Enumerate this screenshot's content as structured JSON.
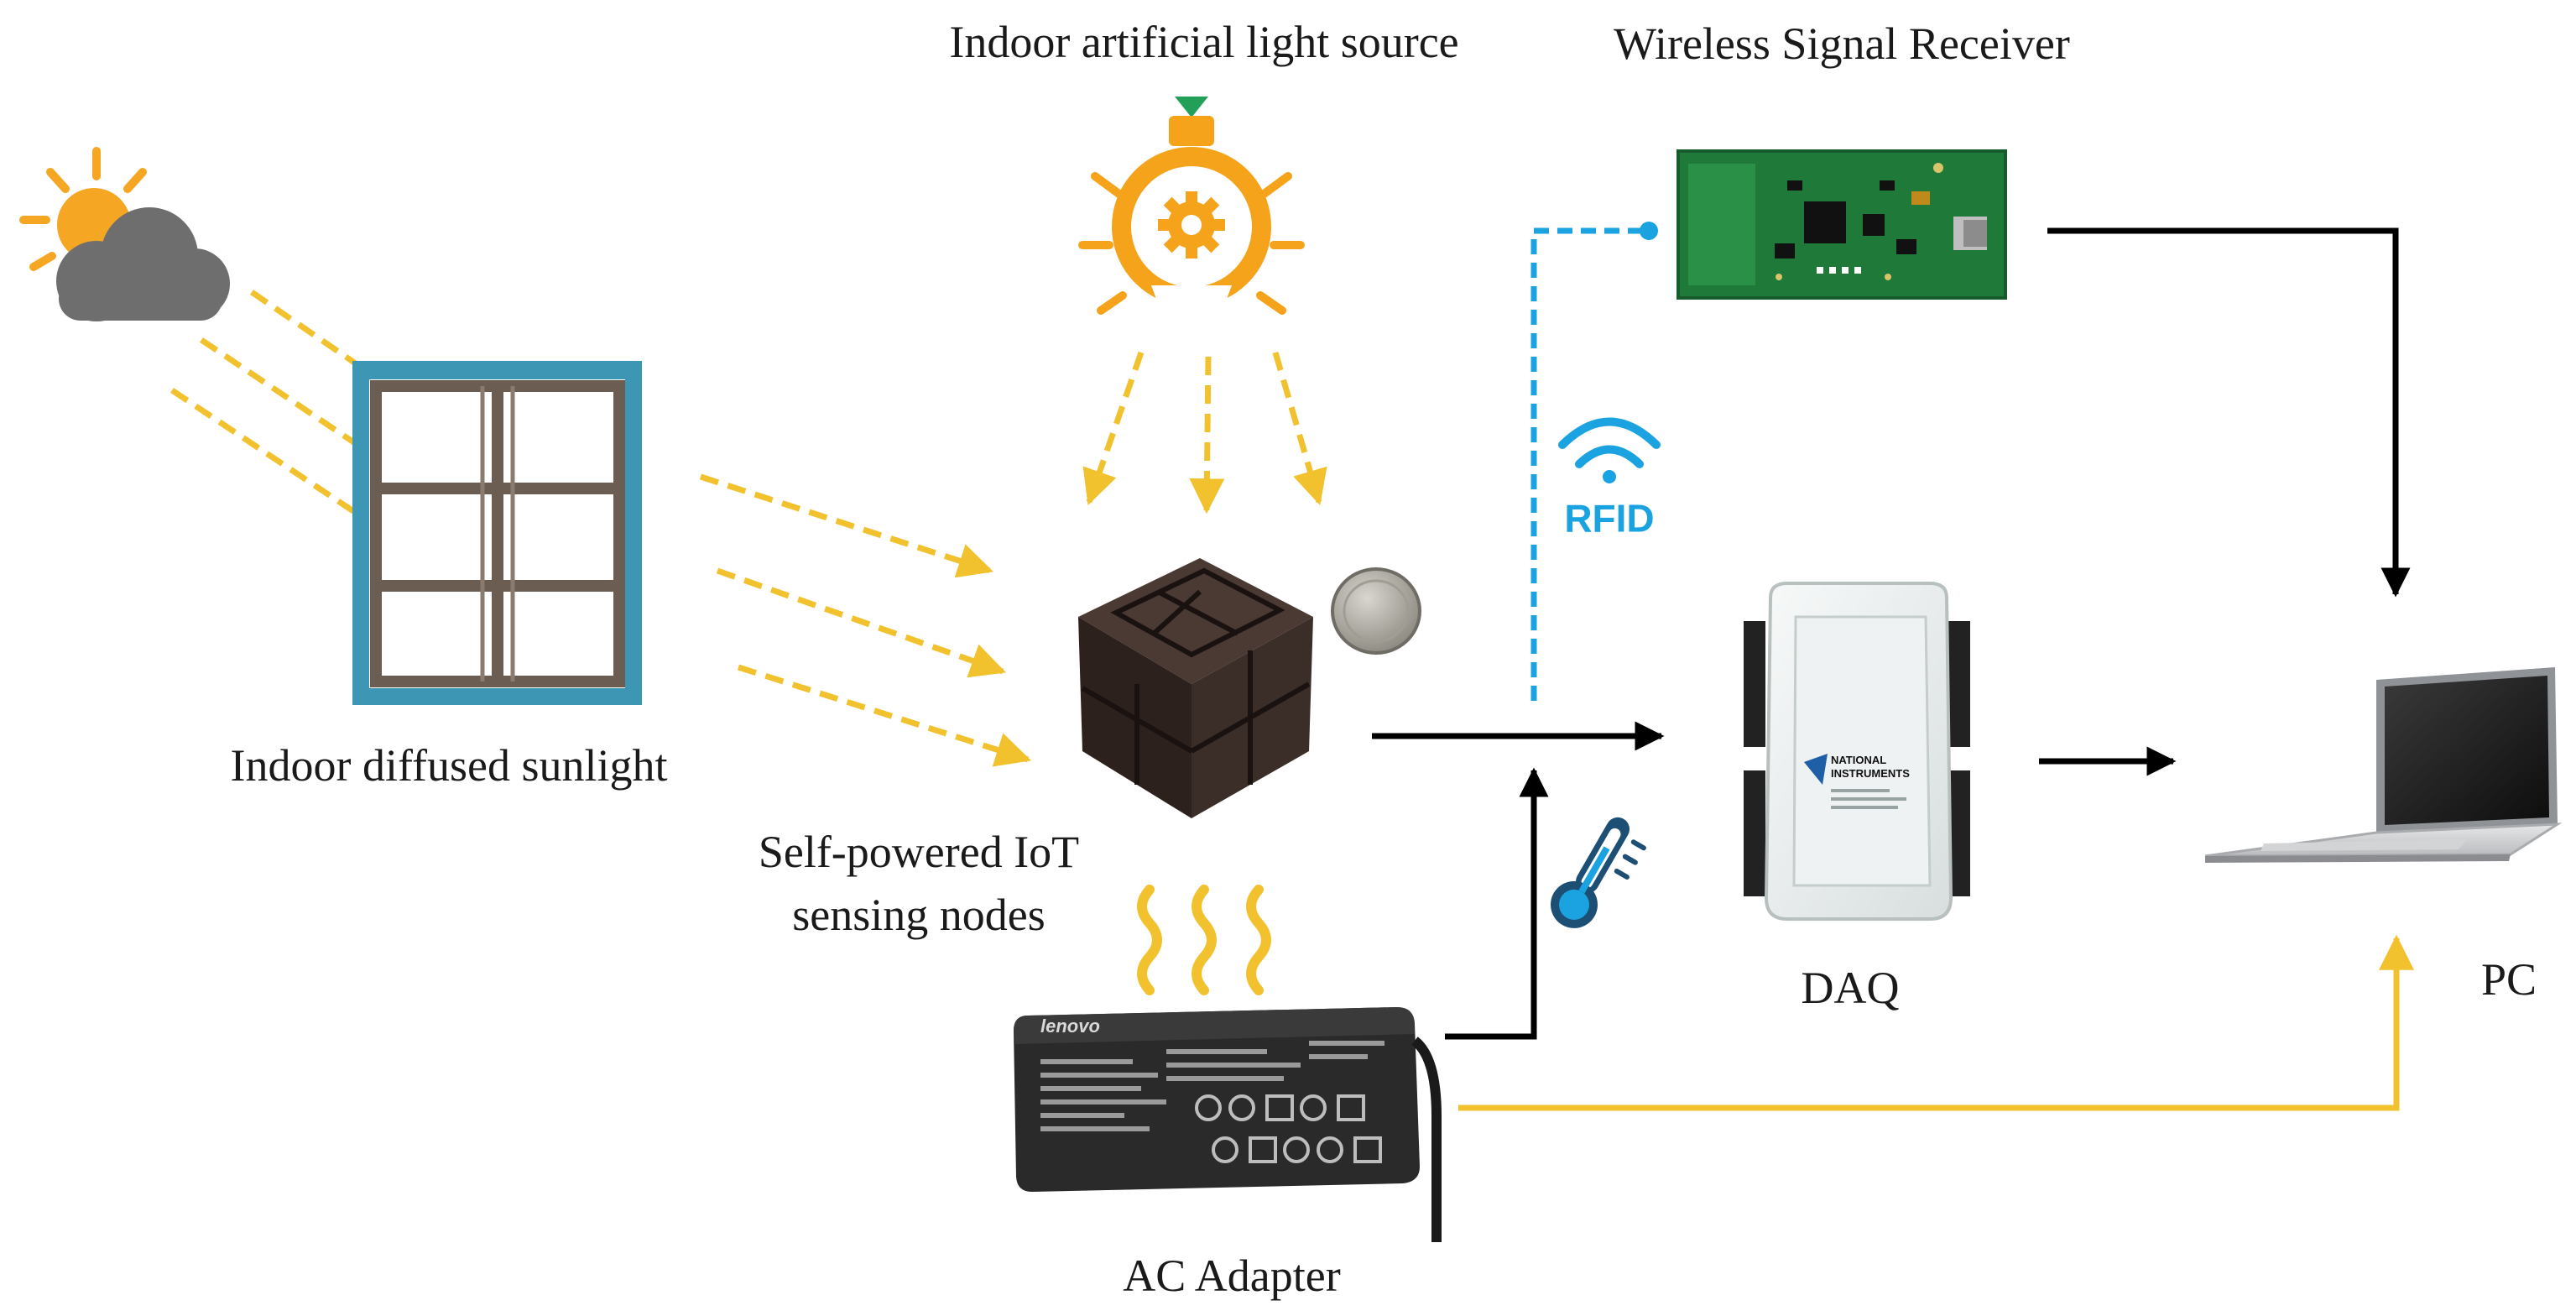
{
  "labels": {
    "artificial_light": "Indoor artificial light source",
    "wireless_receiver": "Wireless Signal Receiver",
    "diffused_sunlight": "Indoor diffused sunlight",
    "sensing_nodes_line1": "Self-powered IoT",
    "sensing_nodes_line2": "sensing nodes",
    "ac_adapter": "AC Adapter",
    "daq": "DAQ",
    "pc": "PC"
  },
  "rfid": {
    "text": "RFID"
  },
  "daq_device": {
    "brand_line1": "NATIONAL",
    "brand_line2": "INSTRUMENTS"
  },
  "adapter_device": {
    "brand": "lenovo"
  },
  "icons": {
    "sun": "sun-cloud-icon",
    "bulb": "light-bulb-icon",
    "heat": "heat-waves-icon",
    "thermometer": "thermometer-icon",
    "rfid": "rfid-wifi-icon"
  },
  "colors": {
    "light_arrow": "#f2c12e",
    "sun": "#f5a623",
    "bulb": "#f5a31a",
    "rfid_blue": "#1aa3e0",
    "window_frame": "#3c96b4",
    "pcb_green": "#1f7a3a",
    "power_line": "#f2c12e",
    "signal_line": "#000000"
  }
}
